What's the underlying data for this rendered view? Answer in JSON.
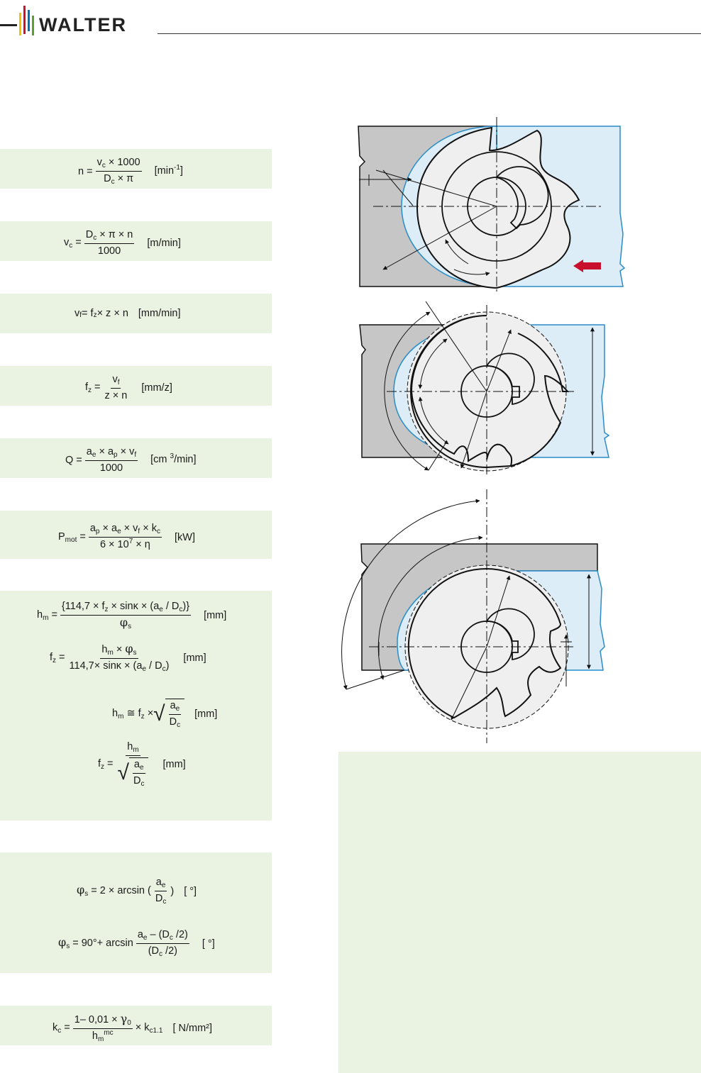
{
  "header": {
    "brand": "WALTER",
    "colors": {
      "bar_yellow": "#f2c200",
      "bar_red": "#d0112b",
      "bar_blue": "#0072bc",
      "bar_green": "#5aa02c",
      "text": "#222222"
    }
  },
  "formulas": {
    "rpm": {
      "lhs": "n =",
      "num": "v",
      "num_sub": "c",
      "num_rest": " × 1000",
      "den": "D",
      "den_sub": "c",
      "den_rest": " × π",
      "unit": "[min",
      "unit_sup": "-1",
      "unit_end": "]"
    },
    "vc": {
      "lhs": "v",
      "lhs_sub": "c",
      "eq": " =",
      "num": "D",
      "num_sub": "c",
      "num_rest": " × π × n",
      "den": "1000",
      "unit": "[m/min]"
    },
    "vf": {
      "a": "v",
      "a_sub": "f",
      "b": " = f",
      "b_sub": "z",
      "c": " × z × n",
      "unit": "[mm/min]"
    },
    "fz": {
      "lhs": "f",
      "lhs_sub": "z",
      "eq": " =",
      "num": "v",
      "num_sub": "f",
      "den": "z × n",
      "unit": "[mm/z]"
    },
    "q": {
      "lhs": "Q =",
      "num_a": "a",
      "num_a_sub": "e",
      "num_b": " × a",
      "num_b_sub": "p",
      "num_c": " × v",
      "num_c_sub": "f",
      "den": "1000",
      "unit": "[cm ",
      "unit_sup": "3",
      "unit_end": "/min]"
    },
    "pmot": {
      "lhs": "P",
      "lhs_sub": "mot",
      "eq": " =",
      "num_a": "a",
      "num_a_sub": "p",
      "num_b": " × a",
      "num_b_sub": "e",
      "num_c": " × v",
      "num_c_sub": "f",
      "num_d": " × k",
      "num_d_sub": "c",
      "den_a": "6 × 10",
      "den_sup": "7",
      "den_b": " × η",
      "unit": "[kW]"
    },
    "hm1": {
      "lhs": "h",
      "lhs_sub": "m",
      "eq": " =",
      "num_a": "{114,7 × f",
      "num_a_sub": "z",
      "num_b": " × sinκ × (a",
      "num_b_sub": "e",
      "num_c": " / D",
      "num_c_sub": "c",
      "num_d": ")}",
      "den": "φ",
      "den_sub": "s",
      "unit": "[mm]"
    },
    "fz2": {
      "lhs": "f",
      "lhs_sub": "z",
      "eq": " =",
      "num_a": "h",
      "num_a_sub": "m",
      "num_b": " × ",
      "num_c": "φ",
      "num_c_sub": "s",
      "den_a": "114,7× sinκ × (a",
      "den_a_sub": "e",
      "den_b": " / D",
      "den_b_sub": "c",
      "den_c": ")",
      "unit": "[mm]"
    },
    "hm2": {
      "lhs": "h",
      "lhs_sub": "m",
      "approx": " ≅ f",
      "approx_sub": "z",
      "times": " ×",
      "num": "a",
      "num_sub": "e",
      "den": "D",
      "den_sub": "c",
      "unit": "[mm]"
    },
    "fz3": {
      "lhs": "f",
      "lhs_sub": "z",
      "eq": " =",
      "num": "h",
      "num_sub": "m",
      "in_num": "a",
      "in_num_sub": "e",
      "in_den": "D",
      "in_den_sub": "c",
      "unit": "[mm]"
    },
    "phi1": {
      "lhs": "φ",
      "lhs_sub": "s",
      "eq": " = 2 × arcsin (",
      "num": "a",
      "num_sub": "e",
      "den": "D",
      "den_sub": "c",
      "close": ")",
      "unit": "[ °]"
    },
    "phi2": {
      "lhs": "φ",
      "lhs_sub": "s",
      "eq": " = 90°+ arcsin",
      "num_a": "a",
      "num_a_sub": "e",
      "num_b": " – (D",
      "num_b_sub": "c",
      "num_c": " /2)",
      "den_a": "(D",
      "den_a_sub": "c",
      "den_b": " /2)",
      "unit": "[ °]"
    },
    "kc": {
      "lhs": "k",
      "lhs_sub": "c",
      "eq": " =",
      "num_a": "1– 0,01 × ",
      "num_b": "γ",
      "num_b_sub": "0",
      "den": "h",
      "den_sub": "m",
      "den_sup": "mc",
      "times": " × k",
      "times_sub": "c1.1",
      "unit": "[ N/mm²]"
    }
  },
  "diagram_colors": {
    "workpiece": "#c6c6c6",
    "workpiece_blue": "#dcedf7",
    "outline_blue": "#2a8cc9",
    "cutter_fill": "#efefef",
    "arrow_red": "#c8102e"
  }
}
